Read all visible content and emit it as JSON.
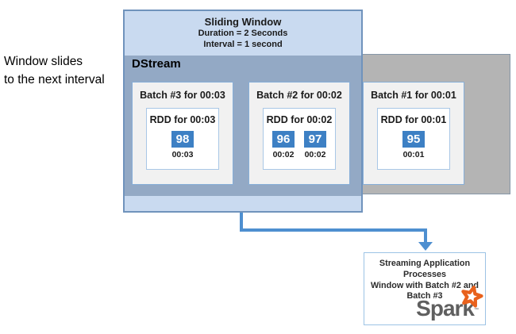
{
  "left_note": {
    "line1": "Window slides",
    "line2": "to the next interval"
  },
  "sliding_window": {
    "title": "Sliding Window",
    "duration": "Duration = 2 Seconds",
    "interval": "Interval = 1 second",
    "dstream_label": "DStream"
  },
  "batches": [
    {
      "title": "Batch #3 for 00:03",
      "rdd_title": "RDD for 00:03",
      "in_window": true,
      "values": [
        {
          "value": "98",
          "time": "00:03"
        }
      ]
    },
    {
      "title": "Batch #2 for 00:02",
      "rdd_title": "RDD for 00:02",
      "in_window": true,
      "values": [
        {
          "value": "96",
          "time": "00:02"
        },
        {
          "value": "97",
          "time": "00:02"
        }
      ]
    },
    {
      "title": "Batch #1 for 00:01",
      "rdd_title": "RDD for 00:01",
      "in_window": false,
      "values": [
        {
          "value": "95",
          "time": "00:01"
        }
      ]
    }
  ],
  "output_box": {
    "line1": "Streaming Application",
    "line2": "Processes",
    "line3": "Window with Batch #2 and",
    "line4": "Batch #3",
    "logo_text": "Spark",
    "logo_tm": "™"
  },
  "colors": {
    "window_fill": "#c9daf0",
    "window_border": "#7093bc",
    "overlap_fill": "#93a9c5",
    "band_fill": "#b4b4b4",
    "band_border": "#8596a8",
    "batch_fill": "#f1f1f1",
    "batch_border": "#86aed8",
    "rdd_fill": "#ffffff",
    "rdd_border": "#a9c7e6",
    "value_fill": "#3d80c4",
    "value_text": "#ffffff",
    "arrow": "#4e8fd0",
    "output_border": "#9cc3e5",
    "spark_gray": "#5f5f5f",
    "spark_orange": "#e8611c"
  }
}
